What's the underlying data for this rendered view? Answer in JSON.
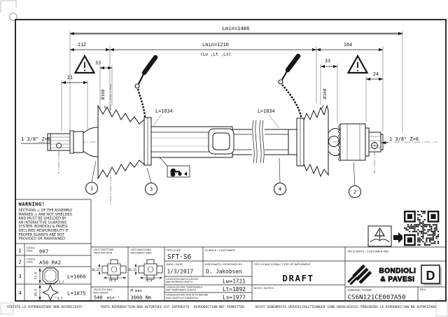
{
  "colors": {
    "ink": "#161616",
    "paper": "#ffffff",
    "faint": "#b5b5b5"
  },
  "dims": {
    "overall": "Lmin=1486",
    "working": "Lmin=1210",
    "working_sub": "(Lw ,Lt ,Ls)",
    "left_yoke": "112",
    "right_yoke": "164",
    "guard_overlap_left": "33",
    "guard_overlap_right": "33",
    "end_left": "21",
    "end_right": "24",
    "guard_diameter": "Ø160",
    "tube_outer": "L=1034",
    "tube_inner": "L=1034",
    "spline_left": "1 3/8\" Z=6",
    "spline_right": "1 3/8\" Z=6"
  },
  "callouts": {
    "c1": "1",
    "c2": "2",
    "c3": "3",
    "c4": "4"
  },
  "warning": {
    "title": "WARNING!",
    "lines": [
      "SECTIONS ⚠ OF THE ASSEMBLY",
      "MARKED ⚠ ARE NOT SHIELDED",
      "AND MUST BE SHIELDED BY",
      "AN INTERACTIVE GUARDING",
      "SYSTEM. BONDIOLI & PAVESI",
      "DECLINES RESPONSIBILITY IF",
      "PROPER GUARDS ARE NOT",
      "PROVIDED OR MAINTAINED."
    ]
  },
  "parts": {
    "code_label_line1": "CODICE",
    "code_label_line2": "CODE",
    "rows": [
      {
        "no": "1",
        "value": "007"
      },
      {
        "no": "2",
        "value": "A50 RA2"
      },
      {
        "no": "3",
        "value": "L=1060",
        "dim_height": "53,9",
        "dim_wall": "3,2"
      },
      {
        "no": "4",
        "value": "L=1075",
        "dim_height": "46,9",
        "dim_wall": "4,5"
      }
    ]
  },
  "journals": {
    "tractor": {
      "label_it": "LATO TRATTORE",
      "label_en": "TRACTOR SIDE",
      "diameter": "30,2",
      "width": "79,4"
    },
    "implement": {
      "label_it": "LATO MACCHINA",
      "label_en": "IMPLEMENT SIDE",
      "diameter": "30,2",
      "width": "79,4"
    }
  },
  "ratings": {
    "speed_label_it": "VELOCITA' MAX",
    "speed_label_en": "MAX SPEED",
    "speed_value": "540",
    "speed_unit": "min⁻¹",
    "torque_label": "M max",
    "torque_value": "3000 Nm"
  },
  "info": {
    "type_label": "TIPO-TYPE",
    "type_value": "SFT-S6",
    "customer_label": "CLIENTE / CUSTOMER",
    "date_label": "DATA / DATE",
    "date_value": "1/3/2017",
    "designer_label": "DISEGNATO / DESIGNED BY",
    "designer_value": "D. Jakobsen",
    "implement_label": "TIPO DI MACCHINA / TYPE OF IMPLEMENT",
    "implement_value": "DRAFT",
    "notes_label": "NOTE / NOTES",
    "customer_ref_label": "RIF.CLIENTE / CUSTOMER REF.",
    "code_label": "CODICE / CODE",
    "code_value": "CS6N121CE007A50",
    "rev_label": "REV."
  },
  "lengths": [
    {
      "label_it": "LUNGHEZZA MAX IN LAVORO",
      "label_en": "MAX WORKING LENGTH",
      "value": "Lw=1721"
    },
    {
      "label_it": "LUNGHEZZA MAX TEMPORANEA",
      "label_en": "MAX TEMPORARY LENGTH",
      "value": "Lt=1892"
    },
    {
      "label_it": "LUNGHEZZA MAX NON IN ROTAZIONE",
      "label_en": "MAX LENGTH AT STANDSTILL",
      "value": "Ls=1977"
    }
  ],
  "logo": {
    "name_line1": "BONDIOLI",
    "name_line2": "& PAVESI",
    "mark": "D"
  },
  "footer": [
    "VIETATE LE RIPRODUZIONI NON AUTORIZZATE",
    "TOUTE REPRODUCTION NON AUTORISEE EST INTERDITE",
    "REPRODUCTION NOT PERMITTED",
    "NICHT GENEHMIGTE VERVIELFAELTIGUNGEN SIND UNZULAESSIG",
    "PROHIBIDA LA RIPRODUCCION NO AUTORIZADA"
  ]
}
